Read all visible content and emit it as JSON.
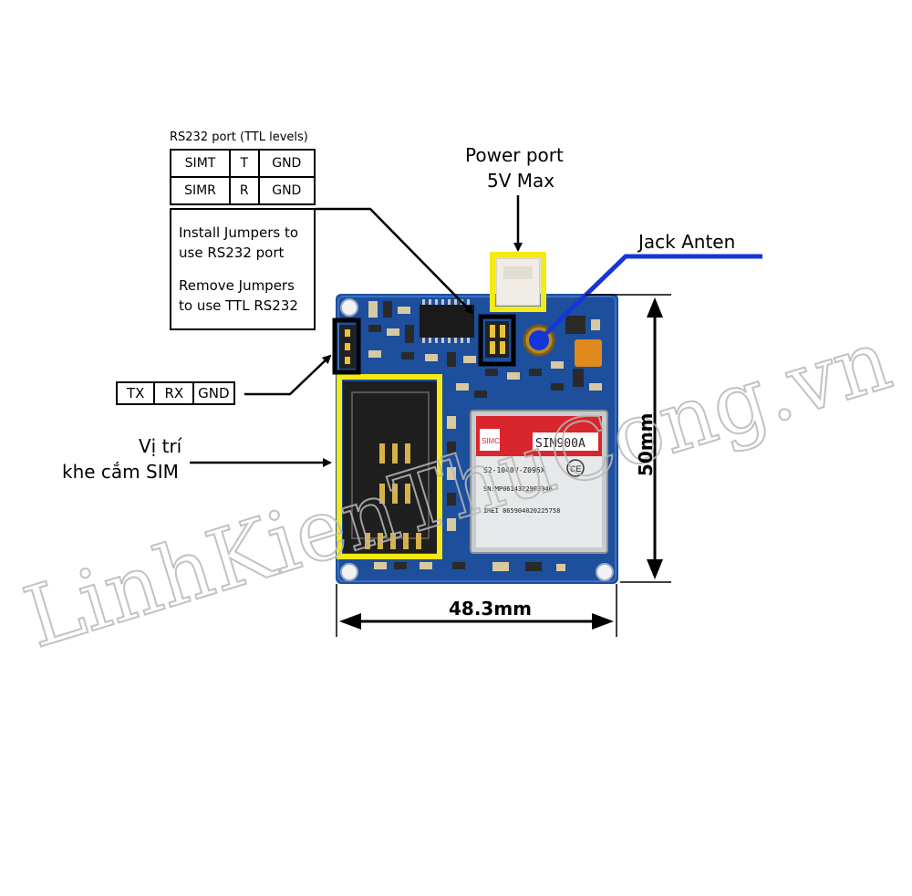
{
  "rs232": {
    "title": "RS232 port (TTL levels)",
    "rows": [
      [
        "SIMT",
        "T",
        "GND"
      ],
      [
        "SIMR",
        "R",
        "GND"
      ]
    ],
    "note_line1": "Install Jumpers to",
    "note_line2": "use RS232 port",
    "note_line3": "Remove Jumpers",
    "note_line4": "to use TTL RS232"
  },
  "ttl_pins": [
    "TX",
    "RX",
    "GND"
  ],
  "power": {
    "line1": "Power port",
    "line2": "5V Max"
  },
  "antenna_label": "Jack Anten",
  "sim_label": {
    "line1": "Vị trí",
    "line2": "khe cắm SIM"
  },
  "dimensions": {
    "height": "50mm",
    "width": "48.3mm"
  },
  "module": {
    "brand": "SIMCom",
    "model": "SIM900A",
    "part": "S2-1040V-Z096X",
    "sn": "SN:MP0614322983946",
    "imei": "IMEI 865904020225758",
    "cert": "CE"
  },
  "watermark": "LinhKienThuCong.vn",
  "colors": {
    "board": "#1d4f9c",
    "highlight_yellow": "#f5ea14",
    "antenna_line": "#1436d8",
    "module_red": "#d8262c"
  }
}
